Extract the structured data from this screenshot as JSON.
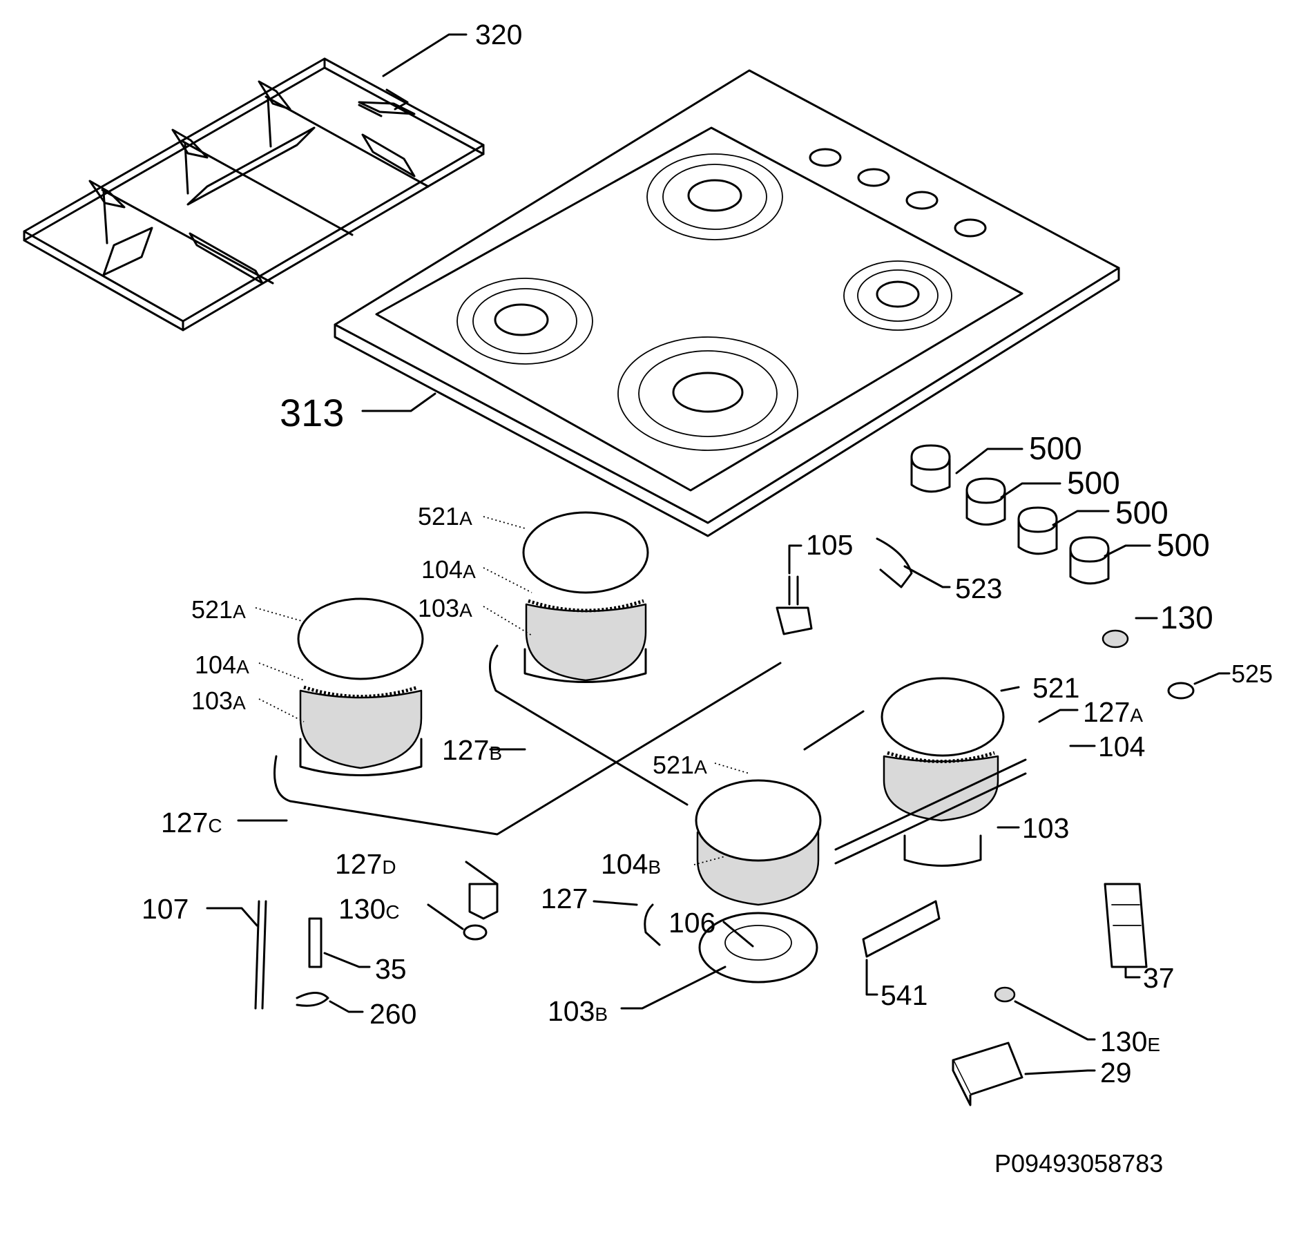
{
  "diagram": {
    "drawing_number": "P09493058783",
    "parts": [
      {
        "number": "320",
        "suffix": ""
      },
      {
        "number": "313",
        "suffix": ""
      },
      {
        "number": "500",
        "suffix": ""
      },
      {
        "number": "500",
        "suffix": ""
      },
      {
        "number": "500",
        "suffix": ""
      },
      {
        "number": "500",
        "suffix": ""
      },
      {
        "number": "521",
        "suffix": "A"
      },
      {
        "number": "104",
        "suffix": "A"
      },
      {
        "number": "103",
        "suffix": "A"
      },
      {
        "number": "105",
        "suffix": ""
      },
      {
        "number": "523",
        "suffix": ""
      },
      {
        "number": "521",
        "suffix": "A"
      },
      {
        "number": "104",
        "suffix": "A"
      },
      {
        "number": "103",
        "suffix": "A"
      },
      {
        "number": "130",
        "suffix": ""
      },
      {
        "number": "525",
        "suffix": ""
      },
      {
        "number": "521",
        "suffix": ""
      },
      {
        "number": "127",
        "suffix": "A"
      },
      {
        "number": "127",
        "suffix": "B"
      },
      {
        "number": "521",
        "suffix": "A"
      },
      {
        "number": "104",
        "suffix": ""
      },
      {
        "number": "127",
        "suffix": "C"
      },
      {
        "number": "103",
        "suffix": ""
      },
      {
        "number": "127",
        "suffix": "D"
      },
      {
        "number": "104",
        "suffix": "B"
      },
      {
        "number": "127",
        "suffix": ""
      },
      {
        "number": "107",
        "suffix": ""
      },
      {
        "number": "130",
        "suffix": "C"
      },
      {
        "number": "106",
        "suffix": ""
      },
      {
        "number": "35",
        "suffix": ""
      },
      {
        "number": "37",
        "suffix": ""
      },
      {
        "number": "541",
        "suffix": ""
      },
      {
        "number": "260",
        "suffix": ""
      },
      {
        "number": "103",
        "suffix": "B"
      },
      {
        "number": "130",
        "suffix": "E"
      },
      {
        "number": "29",
        "suffix": ""
      }
    ]
  }
}
